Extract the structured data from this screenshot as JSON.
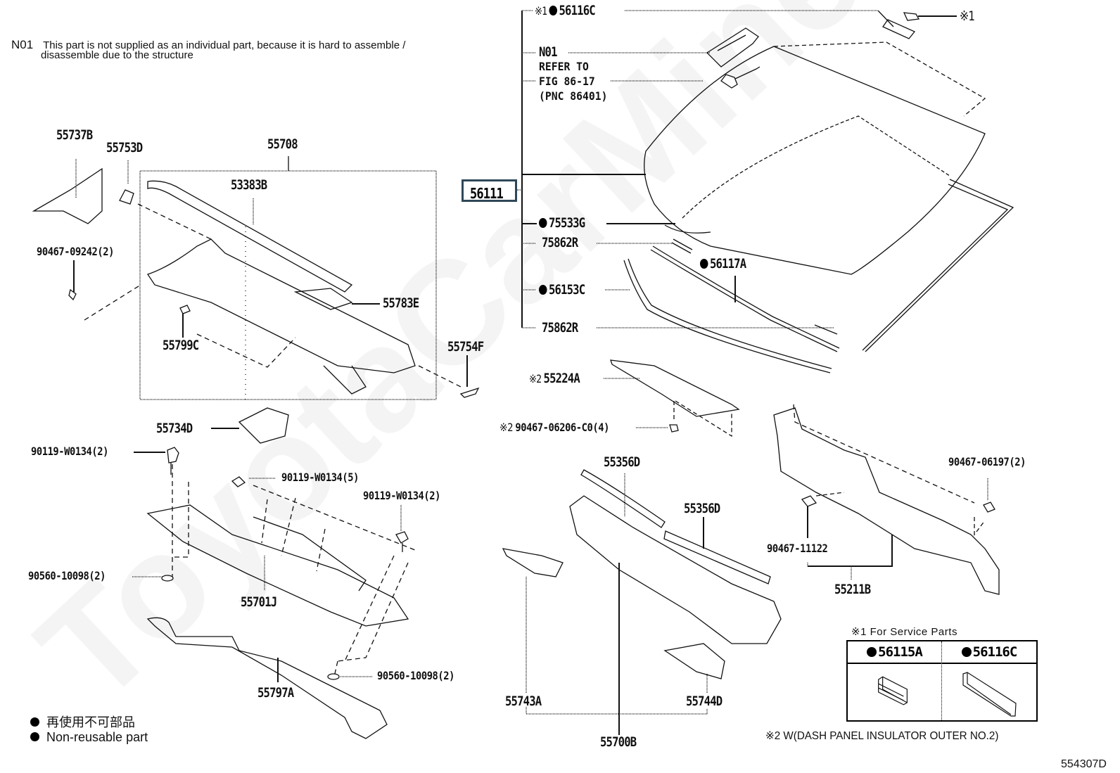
{
  "diagram": {
    "figure_number": "554307D",
    "watermark": "ToyotaCarMine.ru",
    "note": {
      "code": "N01",
      "line1": "This part is not supplied as an individual part, because it is hard to assemble /",
      "line2": "disassemble due to the structure"
    },
    "highlighted_part": "56111",
    "windshield_group": {
      "top_part": {
        "mark": "※1",
        "non_reusable": true,
        "number": "56116C"
      },
      "n01_label": "N01",
      "refer_text": "REFER TO\nFIG 86-17\n(PNC 86401)",
      "right_mark": "※1",
      "items": [
        {
          "number": "75533G",
          "non_reusable": true
        },
        {
          "number": "75862R",
          "non_reusable": false
        },
        {
          "number": "56117A",
          "non_reusable": true
        },
        {
          "number": "56153C",
          "non_reusable": true
        },
        {
          "number": "75862R",
          "non_reusable": false
        }
      ]
    },
    "cowl_group": {
      "assembly": "55708",
      "parts": [
        "55737B",
        "55753D",
        "53383B",
        "90467-09242(2)",
        "55783E",
        "55799C",
        "55754F",
        "55734D"
      ]
    },
    "insulator": {
      "part": {
        "mark": "※2",
        "number": "55224A"
      },
      "clip": {
        "mark": "※2",
        "number": "90467-06206-C0(4)"
      }
    },
    "wiper_link_group": {
      "parts": [
        "90119-W0134(2)",
        "90119-W0134(5)",
        "90119-W0134(2)",
        "90560-10098(2)",
        "55701J",
        "90560-10098(2)",
        "55797A"
      ]
    },
    "cowl_top_group": {
      "parts": [
        "55356D",
        "55356D",
        "55743A",
        "55744D",
        "55700B"
      ]
    },
    "dash_group": {
      "parts": [
        "90467-06197(2)",
        "90467-11122",
        "55211B"
      ]
    },
    "service_parts": {
      "title": "※1 For Service Parts",
      "columns": [
        {
          "number": "56115A",
          "non_reusable": true
        },
        {
          "number": "56116C",
          "non_reusable": true
        }
      ]
    },
    "footnote2": "※2 W(DASH PANEL INSULATOR OUTER NO.2)",
    "legend": [
      {
        "text": "再使用不可部品"
      },
      {
        "text": "Non-reusable part"
      }
    ]
  }
}
